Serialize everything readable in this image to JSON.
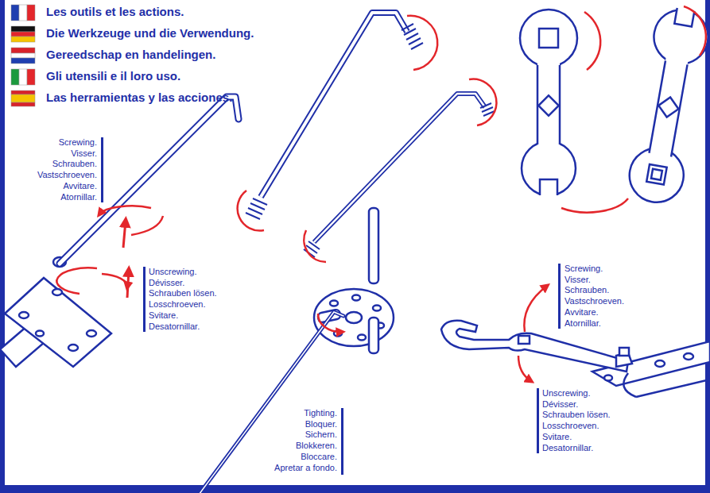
{
  "diagram": {
    "labels": [
      "Les outils et les actions.",
      "Die Werkzeuge und die Verwendung.",
      "Gereedschap en handelingen.",
      "Gli utensili e il loro uso.",
      "Las herramientas y las acciones.",
      "Screwing.",
      "Visser.",
      "Schrauben.",
      "Vastschroeven.",
      "Avvitare.",
      "Atornillar.",
      "Unscrewing.",
      "Dévisser.",
      "Schrauben lösen.",
      "Losschroeven.",
      "Svitare.",
      "Desatornillar.",
      "Screwing.",
      "Visser.",
      "Schrauben.",
      "Vastschroeven.",
      "Avvitare.",
      "Atornillar.",
      "Unscrewing.",
      "Dévisser.",
      "Schrauben lösen.",
      "Losschroeven.",
      "Svitare.",
      "Desatornillar.",
      "Tighting.",
      "Bloquer.",
      "Sichern.",
      "Blokkeren.",
      "Bloccare.",
      "Apretar a fondo."
    ]
  }
}
